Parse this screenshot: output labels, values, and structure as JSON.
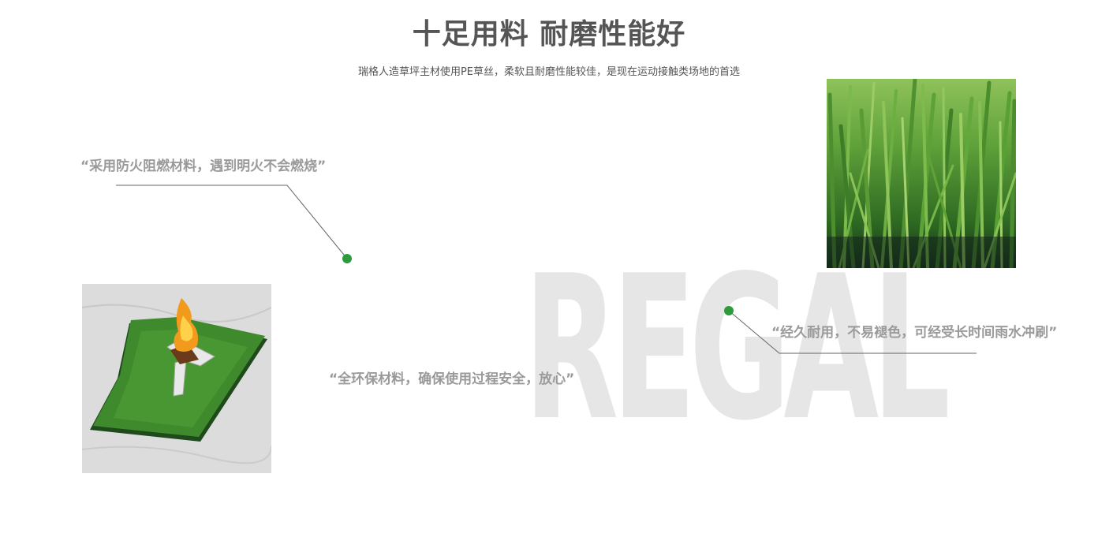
{
  "header": {
    "title": "十足用料 耐磨性能好",
    "subtitle": "瑞格人造草坪主材使用PE草丝，柔软且耐磨性能较佳，是现在运动接触类场地的首选"
  },
  "watermark": {
    "text": "REGAL"
  },
  "features": [
    {
      "text": "“采用防火阻燃材料，遇到明火不会燃烧”"
    },
    {
      "text": "“全环保材料，确保使用过程安全，放心”"
    },
    {
      "text": "“经久耐用，不易褪色，可经受长时间雨水冲刷”"
    }
  ],
  "colors": {
    "accent_dot": "#2e9a3e",
    "title": "#555555",
    "quote": "#9a9a9a",
    "watermark": "#e6e6e6",
    "line": "#666666"
  },
  "images": {
    "grass_closeup": "grass-closeup-photo",
    "burning_turf": "burning-turf-sample-photo"
  }
}
